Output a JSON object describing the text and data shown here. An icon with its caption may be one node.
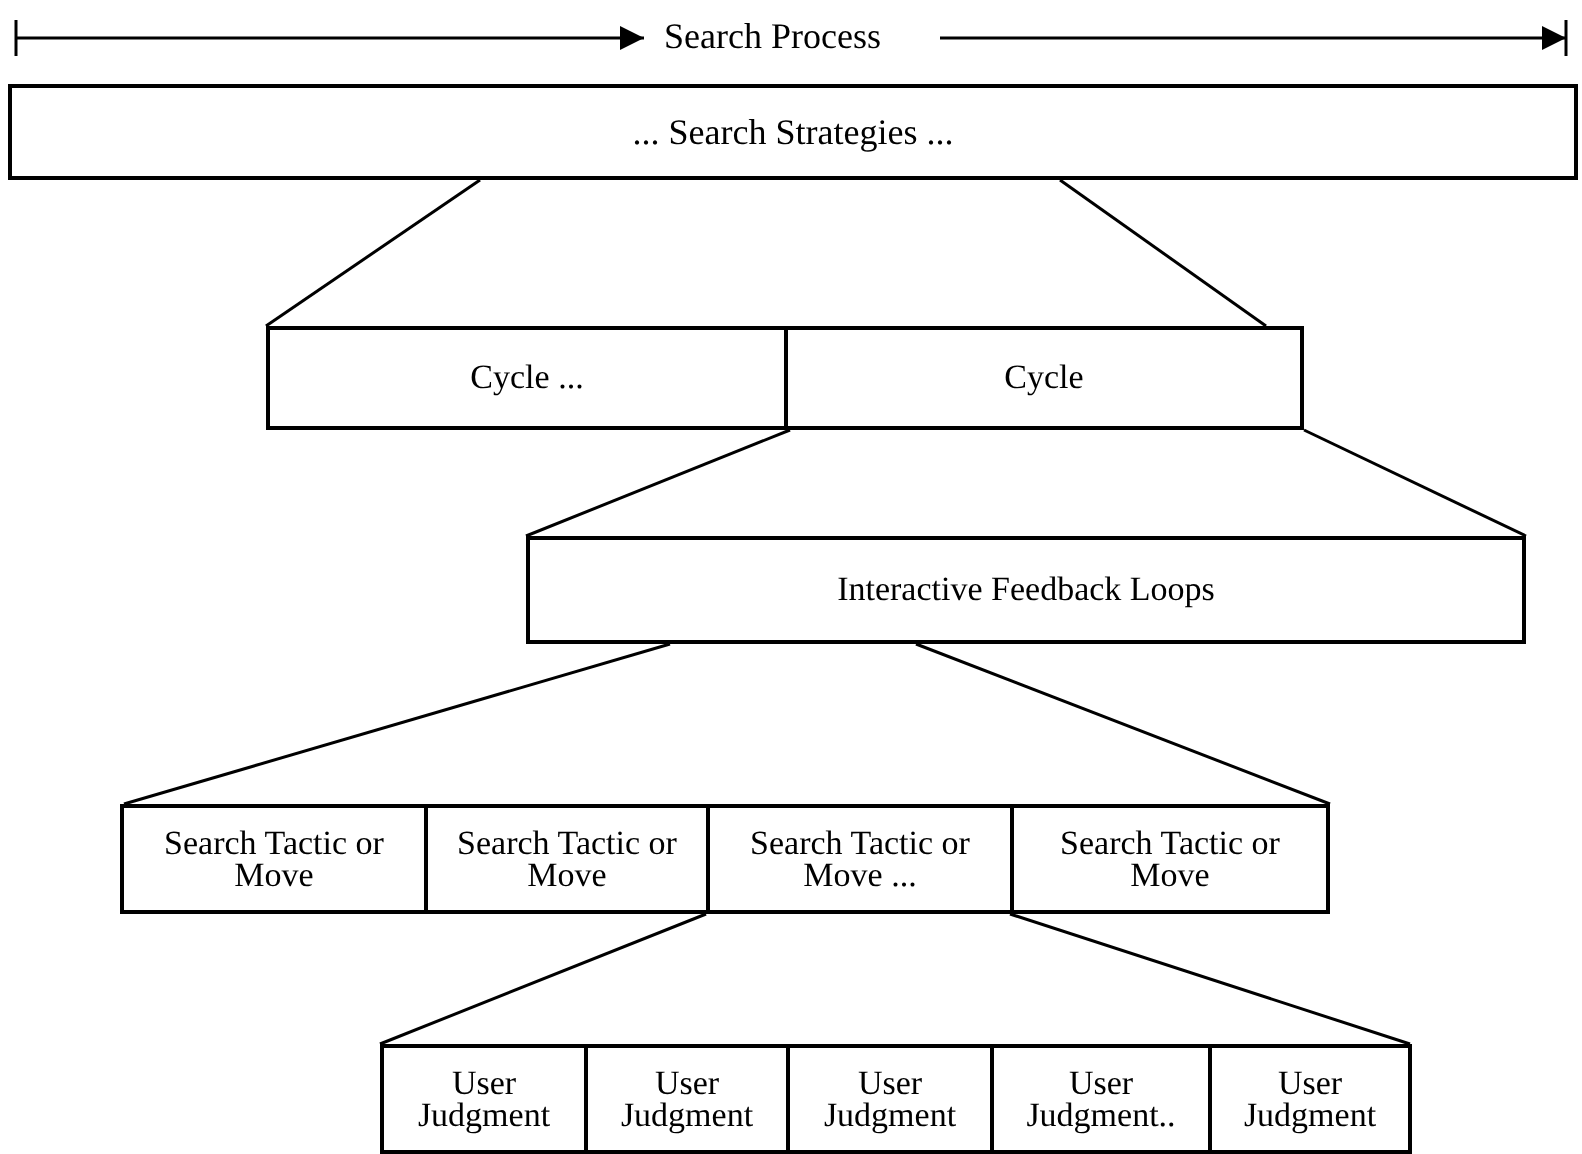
{
  "diagram": {
    "nodes": [
      {
        "text": [
          "... Search Strategies ..."
        ]
      },
      {
        "text": [
          "Cycle ..."
        ]
      },
      {
        "text": [
          "Cycle"
        ]
      },
      {
        "text": [
          "Interactive Feedback Loops"
        ]
      },
      {
        "text": [
          "Search Tactic or Move"
        ]
      },
      {
        "text": [
          "Search Tactic or Move"
        ]
      },
      {
        "text": [
          "Search Tactic or Move ..."
        ]
      },
      {
        "text": [
          "Search Tactic or Move"
        ]
      },
      {
        "text": [
          "User Judgment"
        ]
      },
      {
        "text": [
          "User Judgment"
        ]
      },
      {
        "text": [
          "User Judgment"
        ]
      },
      {
        "text": [
          "User Judgment.."
        ]
      },
      {
        "text": [
          "User Judgment"
        ]
      }
    ],
    "edges": [
      {
        "from": 0,
        "to": 1,
        "arrow": "none"
      },
      {
        "from": 0,
        "to": 2,
        "arrow": "none"
      },
      {
        "from": 2,
        "to": 3,
        "arrow": "none"
      },
      {
        "from": 2,
        "to": 3,
        "arrow": "none"
      },
      {
        "from": 3,
        "to": 4,
        "arrow": "none"
      },
      {
        "from": 3,
        "to": 7,
        "arrow": "none"
      },
      {
        "from": 6,
        "to": 8,
        "arrow": "none"
      },
      {
        "from": 6,
        "to": 12,
        "arrow": "none"
      }
    ],
    "labels": [
      "Search Process"
    ]
  }
}
